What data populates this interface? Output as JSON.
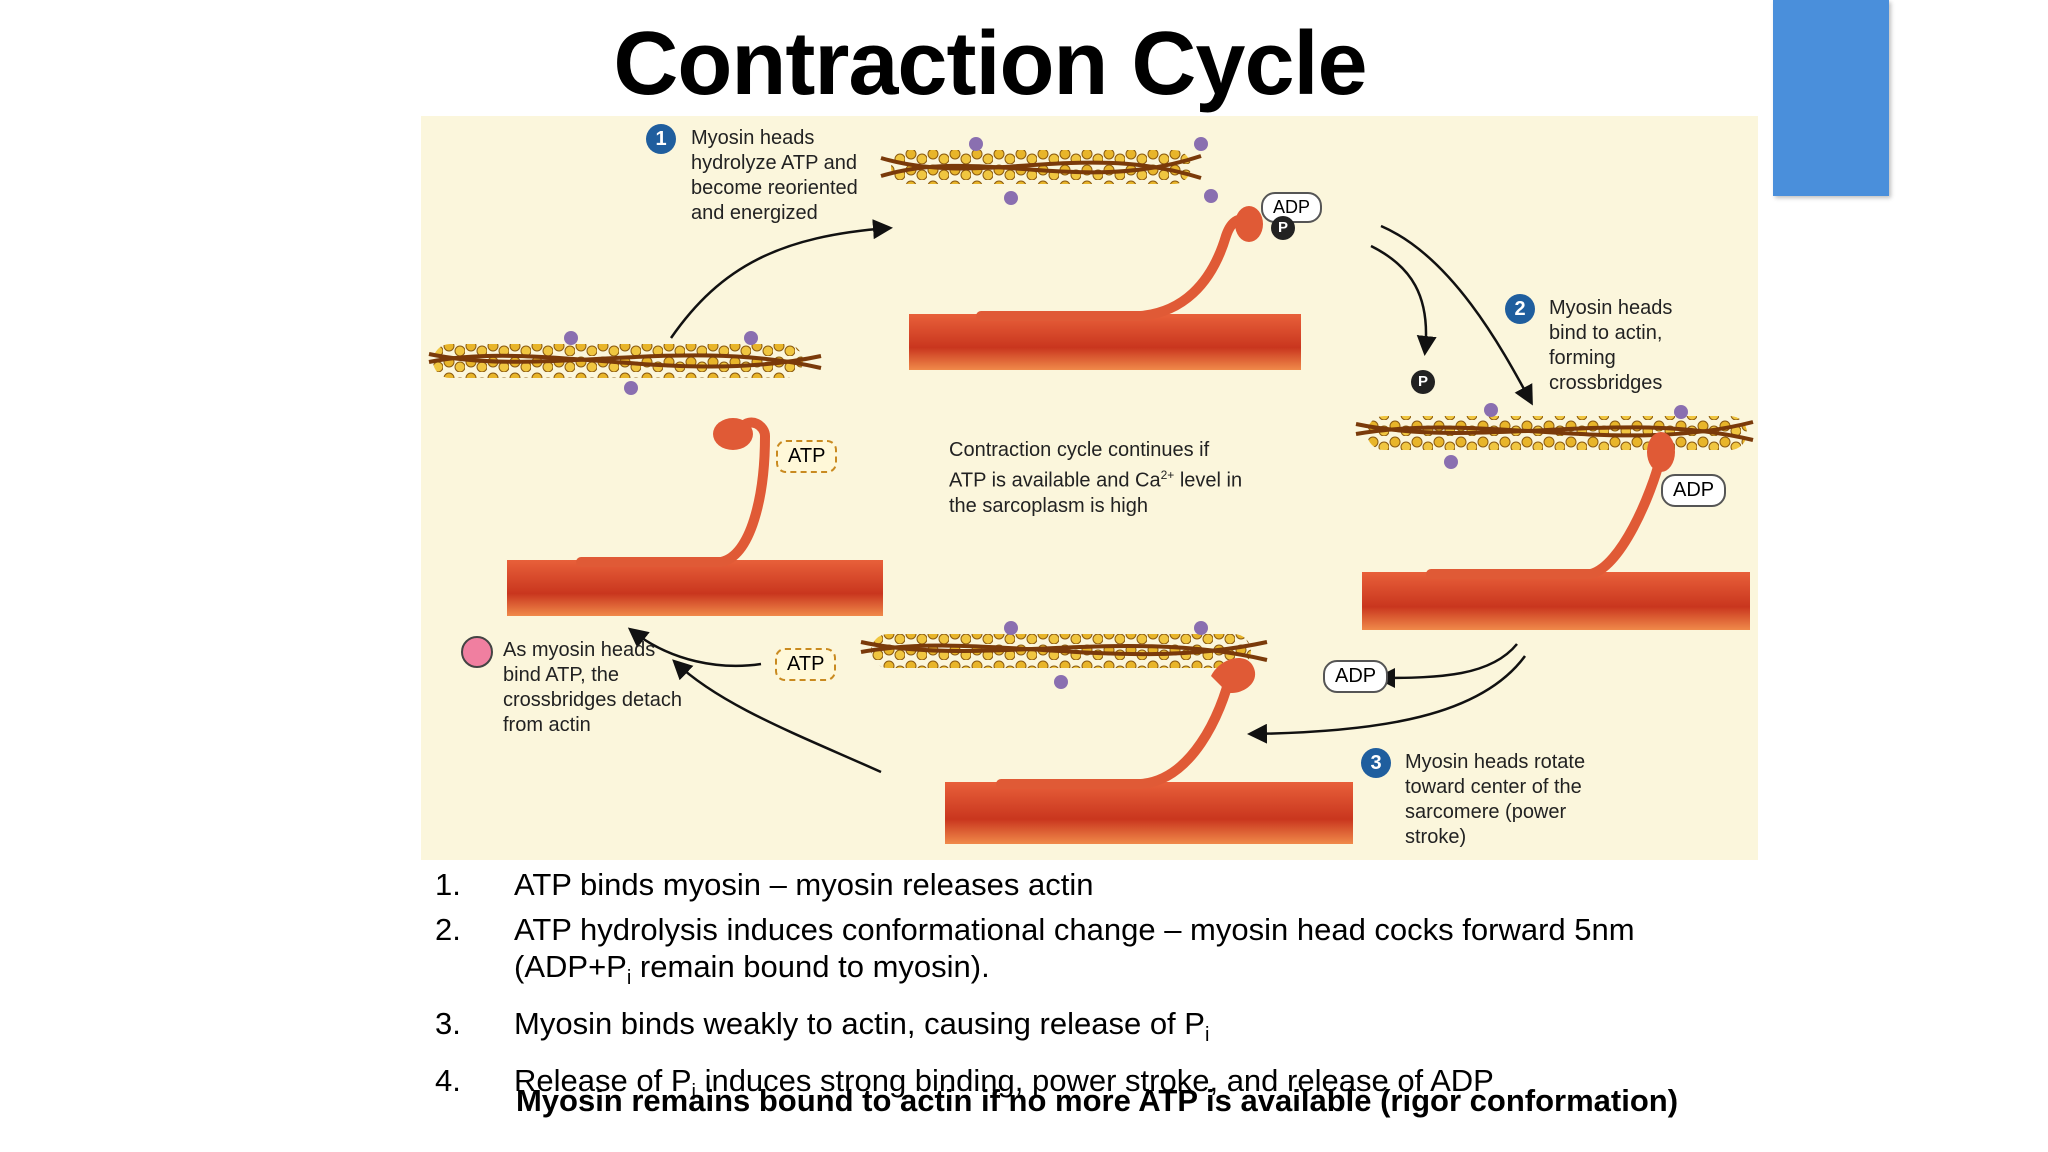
{
  "title": "Contraction Cycle",
  "colors": {
    "accent_tab": "#4a8fdb",
    "figure_bg": "#fbf6dc",
    "muscle_red": "#d9452a",
    "step_badge": "#1f5e9e",
    "rigor_dot": "#f07fa0"
  },
  "figure": {
    "step1_badge": "1",
    "step1_text": [
      "Myosin heads",
      "hydrolyze ATP and",
      "become reoriented",
      "and energized"
    ],
    "step2_badge": "2",
    "step2_text": [
      "Myosin heads",
      "bind to actin,",
      "forming",
      "crossbridges"
    ],
    "step3_badge": "3",
    "step3_text": [
      "Myosin heads rotate",
      "toward center of the",
      "sarcomere (power",
      "stroke)"
    ],
    "step4_text": [
      "As myosin heads",
      "bind ATP, the",
      "crossbridges detach",
      "from actin"
    ],
    "center_text": {
      "line1": "Contraction cycle continues if",
      "line2_pre": "ATP is available and Ca",
      "line2_sup": "2+",
      "line2_post": " level in",
      "line3": "the sarcoplasm is high"
    },
    "labels": {
      "adp": "ADP",
      "atp": "ATP",
      "pi": "P"
    }
  },
  "steps": [
    {
      "num": "1.",
      "text": "ATP binds myosin – myosin releases actin"
    },
    {
      "num": "2.",
      "text_a": "ATP hydrolysis induces conformational change – myosin head cocks forward 5nm",
      "text_b_pre": "(ADP+P",
      "text_b_sub": "i",
      "text_b_post": " remain bound to myosin)."
    },
    {
      "num": "3.",
      "text_pre": "Myosin binds weakly to actin, causing release of P",
      "text_sub": "i"
    },
    {
      "num": "4.",
      "text_pre": "Release of P",
      "text_sub": "i",
      "text_post": " induces strong binding, power stroke, and release of ADP"
    }
  ],
  "conclusion": "Myosin remains bound to actin if no more ATP is available (rigor conformation)"
}
